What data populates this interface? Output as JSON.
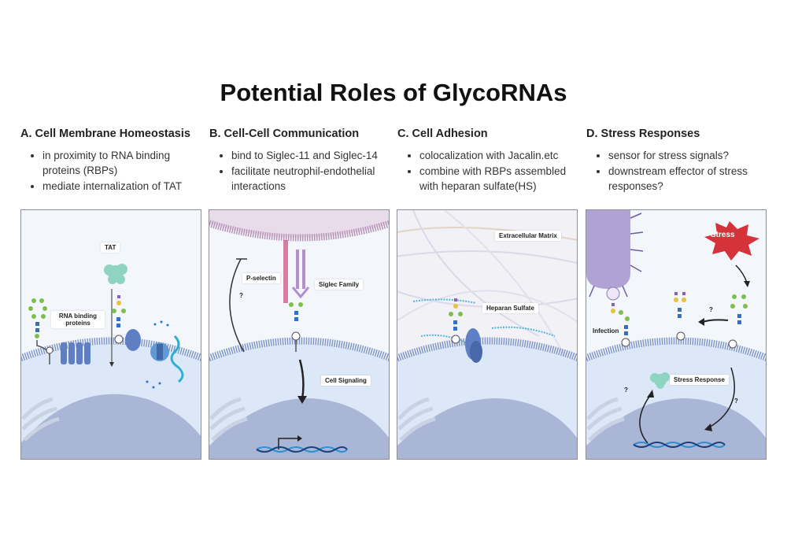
{
  "title": "Potential Roles of GlycoRNAs",
  "sections": [
    {
      "heading": "A. Cell Membrane Homeostasis",
      "bullets": [
        "in proximity to RNA binding proteins (RBPs)",
        "mediate internalization of TAT"
      ],
      "labels": {
        "tat": "TAT",
        "rbp": "RNA binding proteins"
      }
    },
    {
      "heading": "B. Cell-Cell Communication",
      "bullets": [
        "bind to Siglec-11 and Siglec-14",
        "facilitate neutrophil-endothelial interactions"
      ],
      "labels": {
        "pselectin": "P-selectin",
        "siglec": "Siglec Family",
        "signaling": "Cell Signaling",
        "question": "?"
      }
    },
    {
      "heading": "C. Cell Adhesion",
      "bullets": [
        "colocalization with Jacalin.etc",
        "combine with RBPs assembled with heparan sulfate(HS)"
      ],
      "labels": {
        "ecm": "Extracellular Matrix",
        "hs": "Heparan Sulfate"
      }
    },
    {
      "heading": "D. Stress Responses",
      "bullets": [
        "sensor for stress signals?",
        "downstream effector of stress responses?"
      ],
      "labels": {
        "stress": "Stress",
        "infection": "Infection",
        "response": "Stress Response",
        "q1": "?",
        "q2": "?",
        "q3": "?"
      }
    }
  ],
  "colors": {
    "membrane": "#7d95c9",
    "cytoplasm": "#dce8f8",
    "nucleus": "#a9b6d6",
    "glycan_green": "#7dbf4e",
    "glycan_blue": "#2f6fcf",
    "glycan_yellow": "#e7c23a",
    "glycan_purple": "#8b5fbf",
    "rbp": "#5f7fc4",
    "tat": "#8fd4c0",
    "stress_red": "#d6323a",
    "bacterium": "#b0a3d4",
    "dna": "#2a8fd6"
  }
}
